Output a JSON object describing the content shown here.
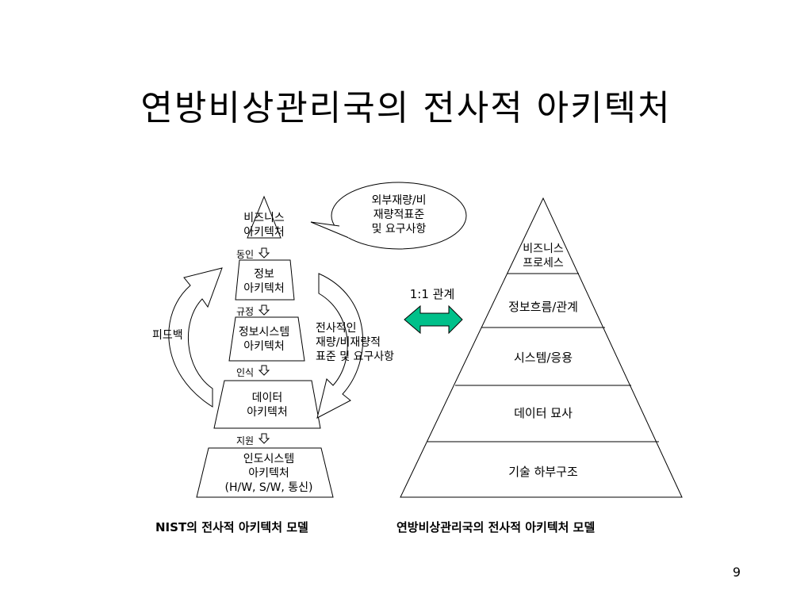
{
  "title": "연방비상관리국의 전사적 아키텍처",
  "nist": {
    "layers": {
      "business": "비즈니스\n아키텍처",
      "information": "정보\n아키텍처",
      "info_system": "정보시스템\n아키텍처",
      "data": "데이터\n아키텍처",
      "infra": "인도시스템\n아키텍처\n(H/W, S/W, 통신)"
    },
    "relations": {
      "r1": "동인",
      "r2": "규정",
      "r3": "인식",
      "r4": "지원"
    },
    "callout": "외부재량/비\n재량적표준\n및 요구사항",
    "feedback": "피드백",
    "enterprise_standards": "전사적인\n재량/비재량적\n표준 및 요구사항",
    "caption": "NIST의 전사적 아키텍처 모델"
  },
  "relation_label": "1:1 관계",
  "fema": {
    "layers": [
      "비즈니스\n프로세스",
      "정보흐름/관계",
      "시스템/응용",
      "데이터 묘사",
      "기술 하부구조"
    ],
    "caption": "연방비상관리국의 전사적 아키텍처 모델"
  },
  "page_number": "9",
  "colors": {
    "relation_arrow": "#00C08A",
    "line": "#000000"
  }
}
